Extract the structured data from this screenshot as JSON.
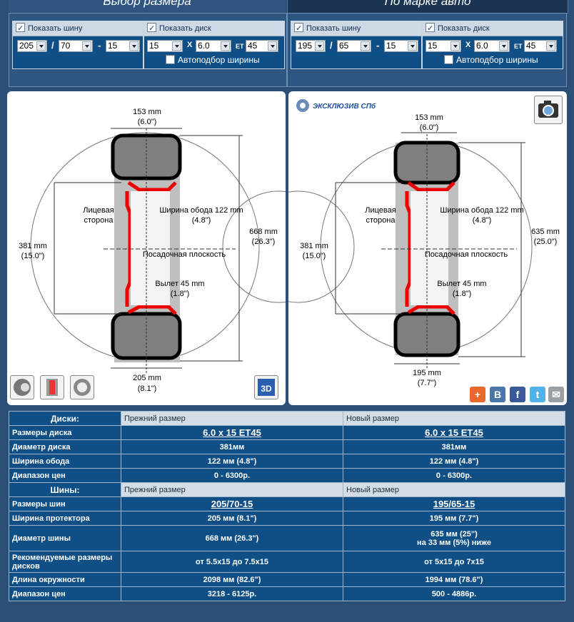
{
  "tabs": {
    "left": "Выбор размера",
    "right": "По марке авто"
  },
  "selector": {
    "show_tire": "Показать шину",
    "show_disk": "Показать диск",
    "auto_width": "Автоподбор ширины",
    "et_label": "ET",
    "x_label": "X",
    "slash": "/",
    "dash": "-",
    "left": {
      "tire_width": "205",
      "tire_profile": "70",
      "tire_diameter": "15",
      "disk_diameter": "15",
      "disk_width": "6.0",
      "disk_et": "45"
    },
    "right": {
      "tire_width": "195",
      "tire_profile": "65",
      "tire_diameter": "15",
      "disk_diameter": "15",
      "disk_width": "6.0",
      "disk_et": "45"
    }
  },
  "diagram_left": {
    "top_width": "153 mm",
    "top_width_in": "(6.0\")",
    "rim_label": "381 mm",
    "rim_label_in": "(15.0\")",
    "face_side_1": "Лицевая",
    "face_side_2": "сторона",
    "rim_width": "Ширина обода 122 mm",
    "rim_width_in": "(4.8\")",
    "seat_plane": "Посадочная плоскость",
    "offset": "Вылет 45 mm",
    "offset_in": "(1.8\")",
    "diameter": "668 mm",
    "diameter_in": "(26.3\")",
    "bottom_width": "205 mm",
    "bottom_width_in": "(8.1\")"
  },
  "diagram_right": {
    "brand": "ЭКСКЛЮЗИВ СПб",
    "top_width": "153 mm",
    "top_width_in": "(6.0\")",
    "rim_label": "381 mm",
    "rim_label_in": "(15.0\")",
    "face_side_1": "Лицевая",
    "face_side_2": "сторона",
    "rim_width": "Ширина обода 122 mm",
    "rim_width_in": "(4.8\")",
    "seat_plane": "Посадочная плоскость",
    "offset": "Вылет 45 mm",
    "offset_in": "(1.8\")",
    "diameter": "635 mm",
    "diameter_in": "(25.0\")",
    "bottom_width": "195 mm",
    "bottom_width_in": "(7.7\")"
  },
  "social": {
    "plus": "+",
    "vk": "B",
    "fb": "f",
    "tw": "t",
    "mail": "✉"
  },
  "table": {
    "prev": "Прежний размер",
    "new": "Новый размер",
    "disks_title": "Диски:",
    "tires_title": "Шины:",
    "disk_rows": [
      {
        "label": "Размеры диска",
        "prev": "6.0 x 15 ET45",
        "new": "6.0 x 15 ET45"
      },
      {
        "label": "Диаметр диска",
        "prev": "381мм",
        "new": "381мм"
      },
      {
        "label": "Ширина обода",
        "prev": "122 мм (4.8\")",
        "new": "122 мм (4.8\")"
      },
      {
        "label": "Диапазон цен",
        "prev": "0 - 6300р.",
        "new": "0 - 6300р."
      }
    ],
    "tire_rows": [
      {
        "label": "Размеры шин",
        "prev": "205/70-15",
        "new": "195/65-15"
      },
      {
        "label": "Ширина протектора",
        "prev": "205 мм (8.1\")",
        "new": "195 мм (7.7\")"
      },
      {
        "label": "Диаметр шины",
        "prev": "668 мм (26.3\")",
        "new": "635 мм (25\")",
        "new2": "на 33 мм (5%) ниже"
      },
      {
        "label": "Рекомендуемые размеры дисков",
        "prev": "от 5.5x15 до 7.5x15",
        "new": "от 5x15 до 7x15"
      },
      {
        "label": "Длина окружности",
        "prev": "2098 мм (82.6\")",
        "new": "1994 мм (78.6\")"
      },
      {
        "label": "Диапазон цен",
        "prev": "3218 - 6125р.",
        "new": "500 - 4886р."
      }
    ]
  }
}
